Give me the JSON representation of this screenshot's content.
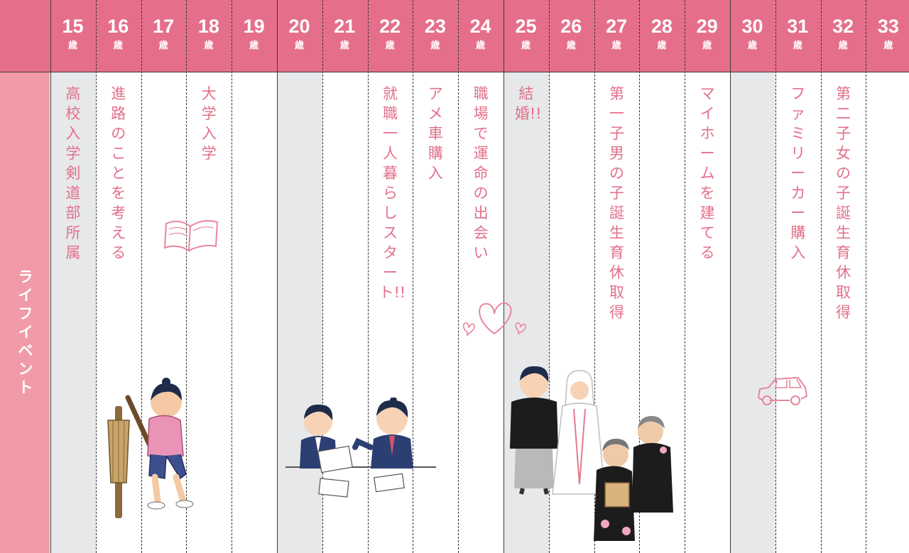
{
  "row_label": "ライフイベント",
  "ages": [
    {
      "num": "15",
      "unit": "歳"
    },
    {
      "num": "16",
      "unit": "歳"
    },
    {
      "num": "17",
      "unit": "歳"
    },
    {
      "num": "18",
      "unit": "歳"
    },
    {
      "num": "19",
      "unit": "歳"
    },
    {
      "num": "20",
      "unit": "歳"
    },
    {
      "num": "21",
      "unit": "歳"
    },
    {
      "num": "22",
      "unit": "歳"
    },
    {
      "num": "23",
      "unit": "歳"
    },
    {
      "num": "24",
      "unit": "歳"
    },
    {
      "num": "25",
      "unit": "歳"
    },
    {
      "num": "26",
      "unit": "歳"
    },
    {
      "num": "27",
      "unit": "歳"
    },
    {
      "num": "28",
      "unit": "歳"
    },
    {
      "num": "29",
      "unit": "歳"
    },
    {
      "num": "30",
      "unit": "歳"
    },
    {
      "num": "31",
      "unit": "歳"
    },
    {
      "num": "32",
      "unit": "歳"
    },
    {
      "num": "33",
      "unit": "歳"
    }
  ],
  "events": [
    {
      "age": "15",
      "text": "高校入学剣道部所属"
    },
    {
      "age": "16",
      "text": "進路のことを考える"
    },
    {
      "age": "18",
      "text": "大学入学"
    },
    {
      "age": "22",
      "text": "就職　一人暮らしスタート!!"
    },
    {
      "age": "23",
      "text": "アメ車購入"
    },
    {
      "age": "24",
      "text": "職場で運命の出会い"
    },
    {
      "age": "25",
      "text": "結婚!!"
    },
    {
      "age": "27",
      "text": "第一子男の子誕生　育休取得"
    },
    {
      "age": "29",
      "text": "マイホームを建てる"
    },
    {
      "age": "31",
      "text": "ファミリーカー購入"
    },
    {
      "age": "32",
      "text": "第二子女の子誕生　育休取得"
    }
  ],
  "colors": {
    "header": "#e56f8a",
    "side": "#f19aa8",
    "stripe": "#e7e8ea",
    "event_text": "#e2708a"
  }
}
